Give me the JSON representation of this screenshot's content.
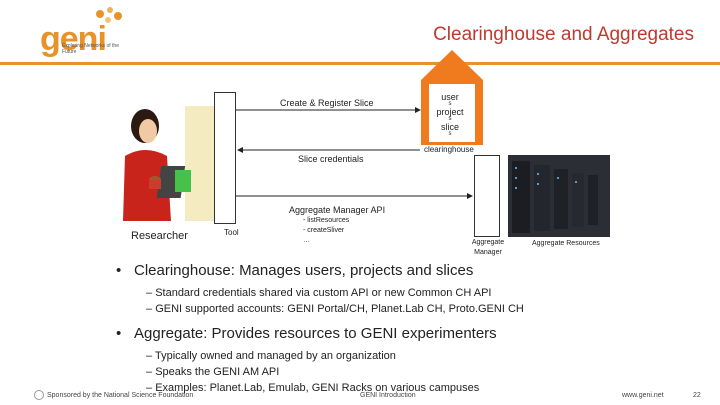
{
  "header": {
    "logo_word": "geni",
    "logo_tagline": "Exploring Networks of the Future",
    "title": "Clearinghouse and Aggregates"
  },
  "diagram": {
    "researcher_label": "Researcher",
    "tool_label": "Tool",
    "arrow_create": "Create & Register Slice",
    "arrow_credentials": "Slice credentials",
    "arrow_aggregate_api": "Aggregate Manager API",
    "api_calls": [
      "- listResources",
      "- createSliver",
      "…"
    ],
    "house_lines": [
      "user",
      "s",
      "project",
      "s",
      "slice",
      "s"
    ],
    "house_label": "clearinghouse",
    "aggregate_manager_label": "Aggregate Manager",
    "aggregate_resources_label": "Aggregate Resources"
  },
  "bullets": [
    {
      "text": "Clearinghouse: Manages users, projects and slices",
      "sub": [
        "Standard credentials shared via custom API or new Common CH API",
        "GENI supported accounts: GENI Portal/CH, Planet.Lab CH, Proto.GENI CH"
      ]
    },
    {
      "text": "Aggregate: Provides resources to GENI experimenters",
      "sub": [
        "Typically owned and managed by an organization",
        "Speaks the GENI AM API",
        "Examples: Planet.Lab, Emulab, GENI Racks on various campuses"
      ]
    }
  ],
  "footer": {
    "sponsor": "Sponsored by the National Science Foundation",
    "center": "GENI Introduction",
    "url": "www.geni.net",
    "page": "22"
  },
  "colors": {
    "accent": "#e8922a",
    "title": "#c0392b"
  }
}
